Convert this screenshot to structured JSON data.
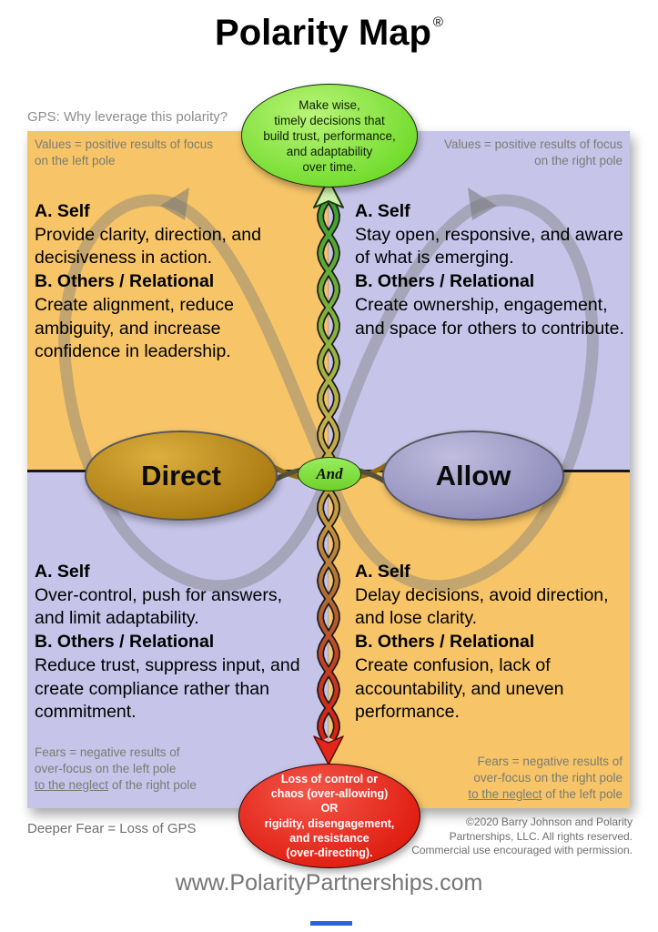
{
  "title": {
    "text": "Polarity Map",
    "reg": "®"
  },
  "gps_question": "GPS: Why leverage this polarity?",
  "purpose": {
    "lines": [
      "Make wise,",
      "timely decisions that",
      "build trust, performance,",
      "and adaptability",
      "over time."
    ]
  },
  "deeper_fear_ellipse": {
    "lines": [
      "Loss of control or",
      "chaos (over-allowing)",
      "OR",
      "rigidity, disengagement,",
      "and resistance",
      "(over-directing)."
    ]
  },
  "poles": {
    "left": "Direct",
    "right": "Allow",
    "and": "And"
  },
  "notes": {
    "values_left": {
      "line1": "Values = positive results of focus",
      "line2": "on the left pole"
    },
    "values_right": {
      "line1": "Values = positive results of focus",
      "line2": "on the right pole"
    },
    "fears_left": {
      "line1": "Fears = negative results of",
      "line2": "over-focus on the left pole",
      "underlined": "to the neglect",
      "rest": " of the right pole"
    },
    "fears_right": {
      "line1": "Fears = negative results of",
      "line2": "over-focus on the right pole",
      "underlined": "to the neglect",
      "rest": " of the left pole"
    }
  },
  "quadrants": {
    "top_left": {
      "h1": "A. Self",
      "b1": "Provide clarity, direction, and decisiveness in action.",
      "h2": "B. Others / Relational",
      "b2": "Create alignment, reduce ambiguity, and increase confidence in leadership."
    },
    "top_right": {
      "h1": "A. Self",
      "b1": "Stay open, responsive, and aware of what is emerging.",
      "h2": "B. Others / Relational",
      "b2": "Create ownership, engagement, and space for others to contribute."
    },
    "bottom_left": {
      "h1": "A. Self",
      "b1": "Over-control, push for answers, and limit adaptability.",
      "h2": "B. Others / Relational",
      "b2": "Reduce trust, suppress input, and create compliance rather than commitment."
    },
    "bottom_right": {
      "h1": "A. Self",
      "b1": "Delay decisions, avoid direction, and lose clarity.",
      "h2": "B. Others / Relational",
      "b2": "Create confusion, lack of accountability, and uneven performance."
    }
  },
  "footer": {
    "deeper_fear": "Deeper Fear = Loss of GPS",
    "copyright": [
      "©2020 Barry Johnson and Polarity",
      "Partnerships, LLC. All rights reserved.",
      "Commercial use encouraged with permission."
    ],
    "website": "www.PolarityPartnerships.com"
  },
  "colors": {
    "orange_quadrant": "#F7C568",
    "lavender_quadrant": "#C6C4E8",
    "green_ellipse": "#70DB2A",
    "red_ellipse": "#DF1C10",
    "direct_ellipse": "#A4760D",
    "allow_ellipse": "#8C89B9"
  }
}
